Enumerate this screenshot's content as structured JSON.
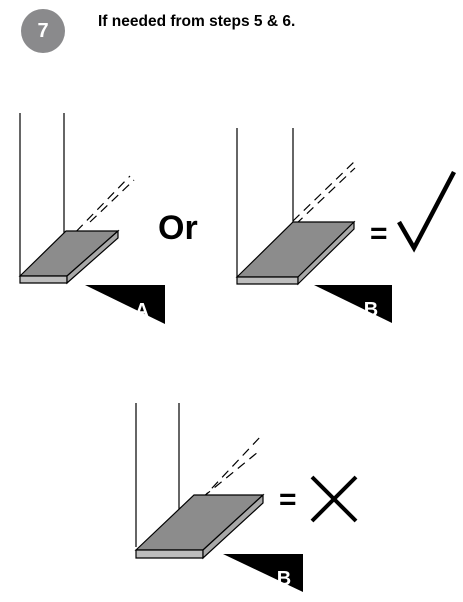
{
  "step": {
    "number": "7",
    "instruction": "If needed from steps 5 & 6."
  },
  "figures": [
    {
      "tag": "A"
    },
    {
      "tag": "B",
      "verdict": "check-icon"
    },
    {
      "tag": "B",
      "verdict": "cross-icon"
    }
  ],
  "labels": {
    "or": "Or",
    "equals": "="
  },
  "colors": {
    "badge": "#8a8a8c",
    "panel_fill": "#8c8c8c",
    "ink": "#000000"
  }
}
